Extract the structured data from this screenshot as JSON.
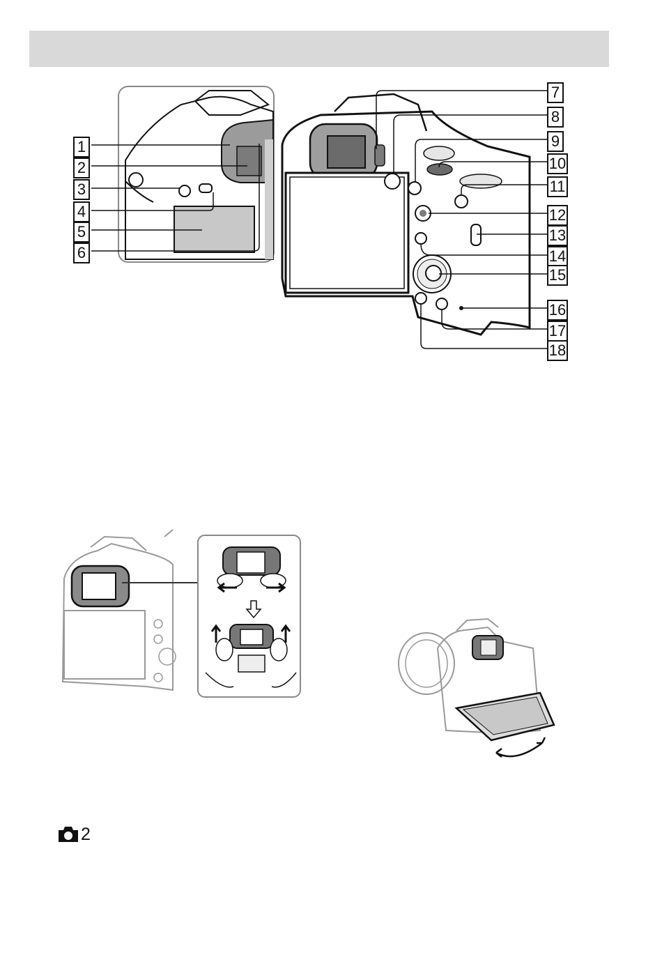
{
  "callouts": [
    "1",
    "2",
    "3",
    "4",
    "5",
    "6",
    "7",
    "8",
    "9",
    "10",
    "11",
    "12",
    "13",
    "14",
    "15",
    "16",
    "17",
    "18"
  ],
  "footer": {
    "page_marker_icon": "camera-icon",
    "page_marker_number": "2"
  },
  "colors": {
    "header_band": "#d9d9d9",
    "line": "#111111",
    "lcd_gray": "#c8c8c8"
  }
}
